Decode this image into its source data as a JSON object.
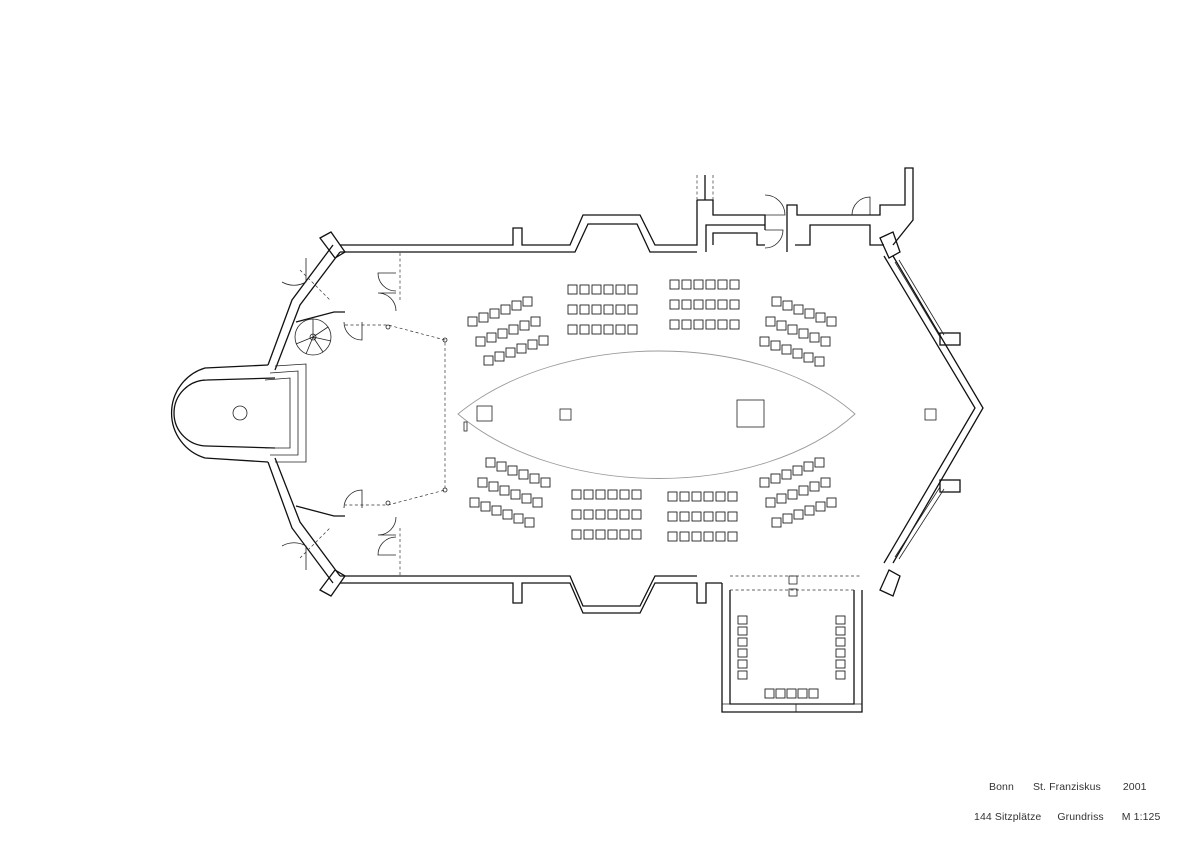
{
  "caption": {
    "city": "Bonn",
    "church": "St. Franziskus",
    "year": "2001",
    "seats": "144 Sitzplätze",
    "drawing_type": "Grundriss",
    "scale": "M 1:125"
  }
}
